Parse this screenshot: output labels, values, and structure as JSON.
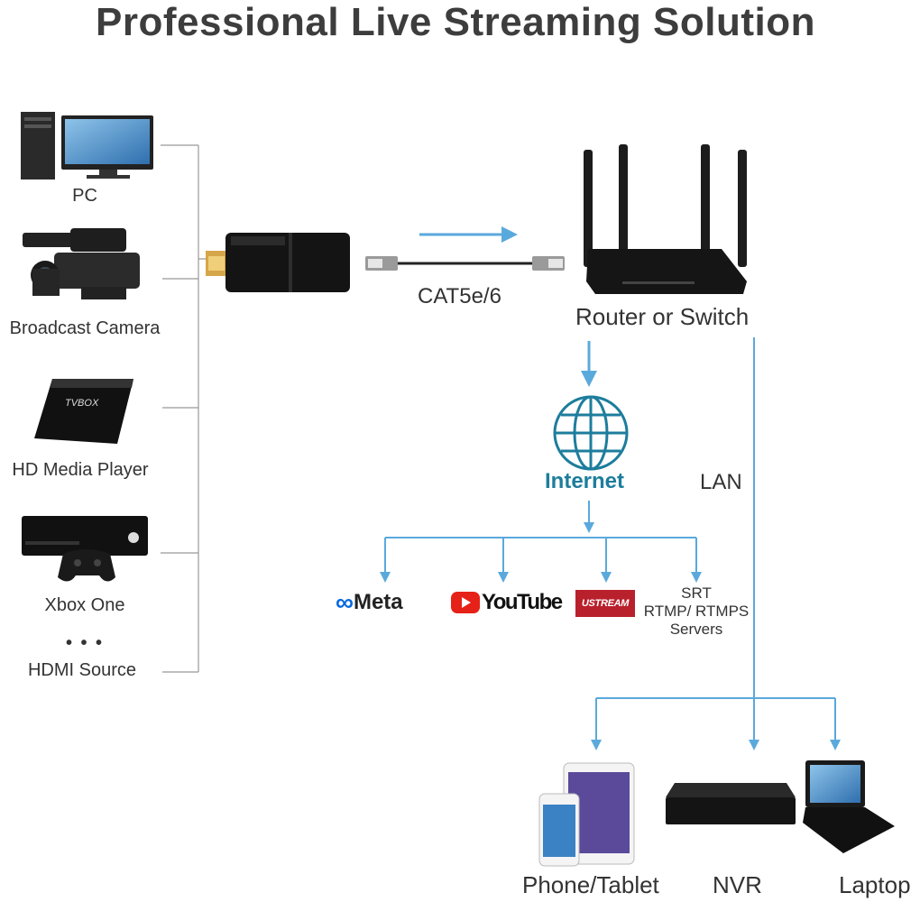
{
  "title": "Professional Live Streaming Solution",
  "sources": [
    {
      "label": "PC"
    },
    {
      "label": "Broadcast Camera"
    },
    {
      "label": "HD Media Player"
    },
    {
      "label": "Xbox One"
    },
    {
      "label": "HDMI Source"
    }
  ],
  "source_more": "• • •",
  "tvbox_text": "TVBOX",
  "cable_label": "CAT5e/6",
  "router_label": "Router or Switch",
  "internet_label": "Internet",
  "lan_label": "LAN",
  "platforms": {
    "meta": "Meta",
    "youtube": "YouTube",
    "ustream": "USTREAM",
    "srt_lines": [
      "SRT",
      "RTMP/ RTMPS",
      "Servers"
    ]
  },
  "clients": [
    {
      "label": "Phone/Tablet"
    },
    {
      "label": "NVR"
    },
    {
      "label": "Laptop"
    }
  ],
  "colors": {
    "arrow": "#5aa9dc",
    "line": "#999999",
    "internet": "#1d7d9c",
    "device": "#1c1c1c"
  }
}
